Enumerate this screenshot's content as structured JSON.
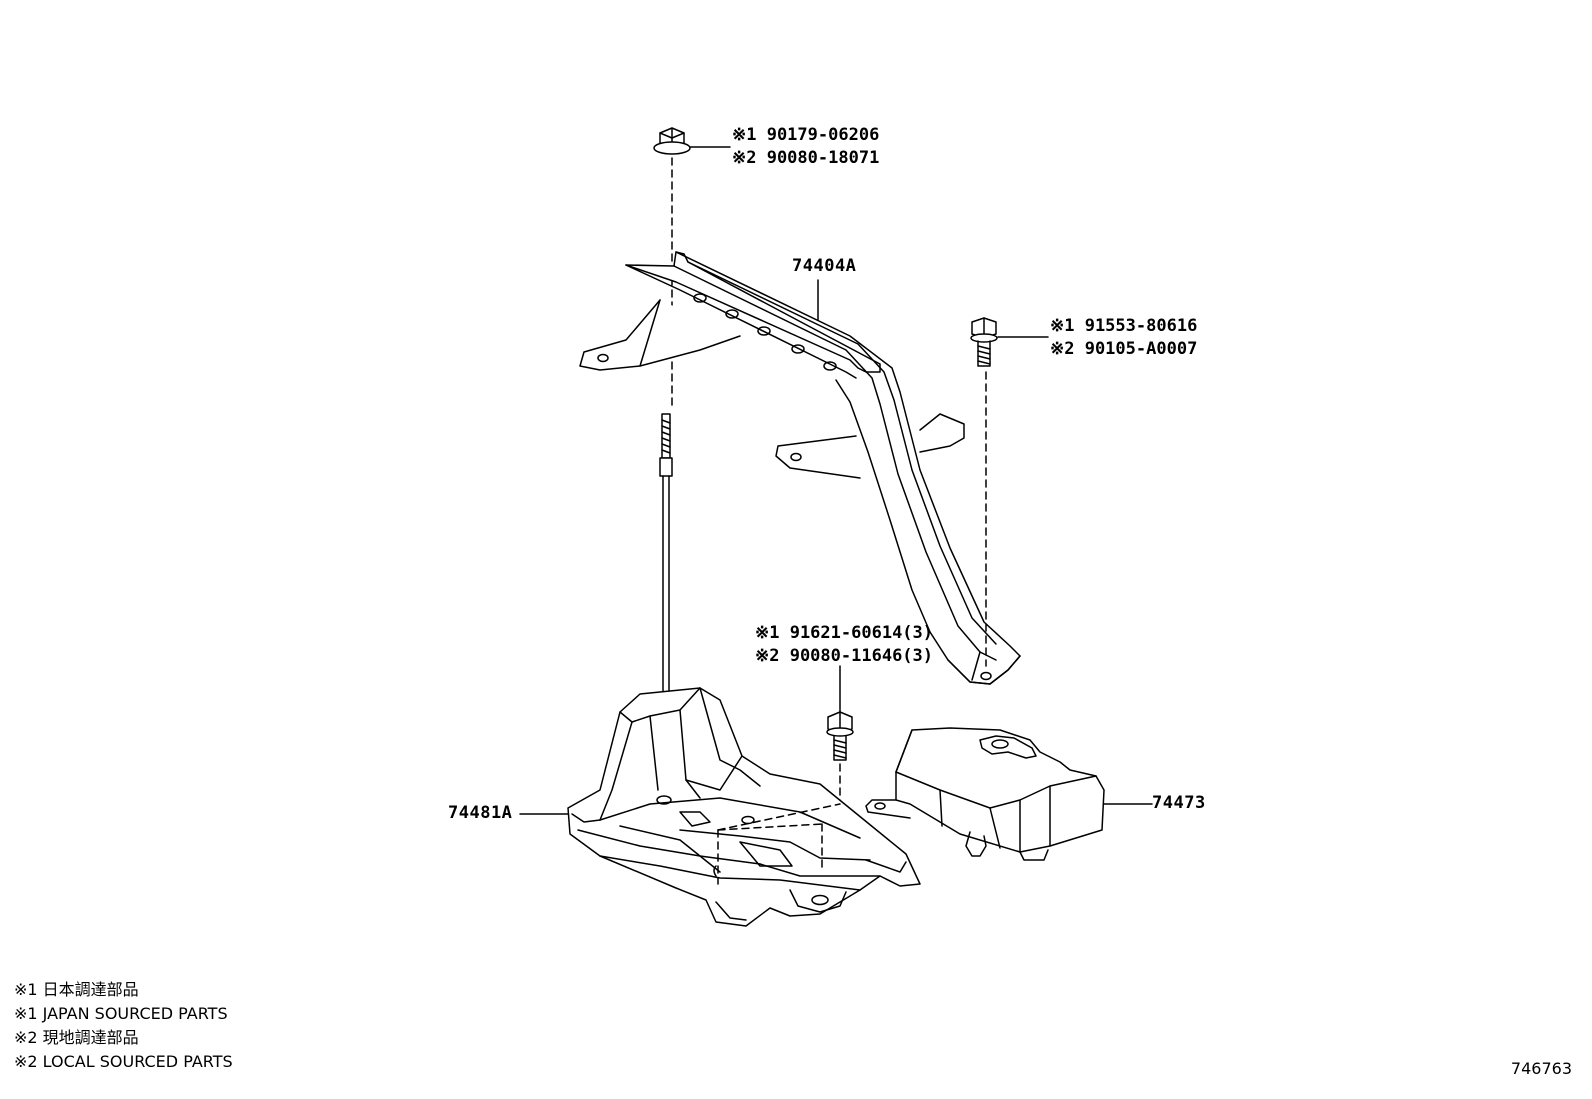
{
  "callouts": {
    "bolt_top": [
      "※1 90179-06206",
      "※2 90080-18071"
    ],
    "bolt_right": [
      "※1 91553-80616",
      "※2 90105-A0007"
    ],
    "bolt_mid": [
      "※1 91621-60614(3)",
      "※2 90080-11646(3)"
    ]
  },
  "parts": {
    "bracket": "74404A",
    "tray": "74481A",
    "clamp": "74473"
  },
  "legend": [
    "※1 日本調達部品",
    "※1 JAPAN SOURCED PARTS",
    "※2 現地調達部品",
    "※2 LOCAL SOURCED PARTS"
  ],
  "diagram_code": "746763"
}
